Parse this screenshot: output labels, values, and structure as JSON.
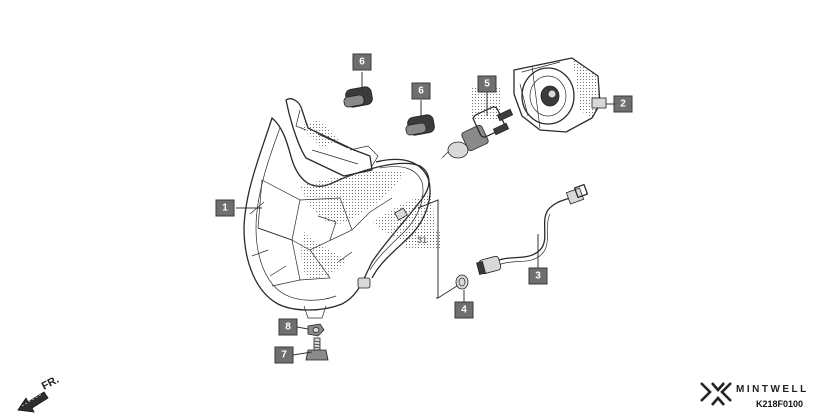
{
  "callouts": [
    "1",
    "2",
    "3",
    "4",
    "5",
    "6",
    "6",
    "7",
    "8"
  ],
  "direction_label": "FR.",
  "brand": {
    "name": "MINTWELL",
    "code": "K218F0100"
  }
}
